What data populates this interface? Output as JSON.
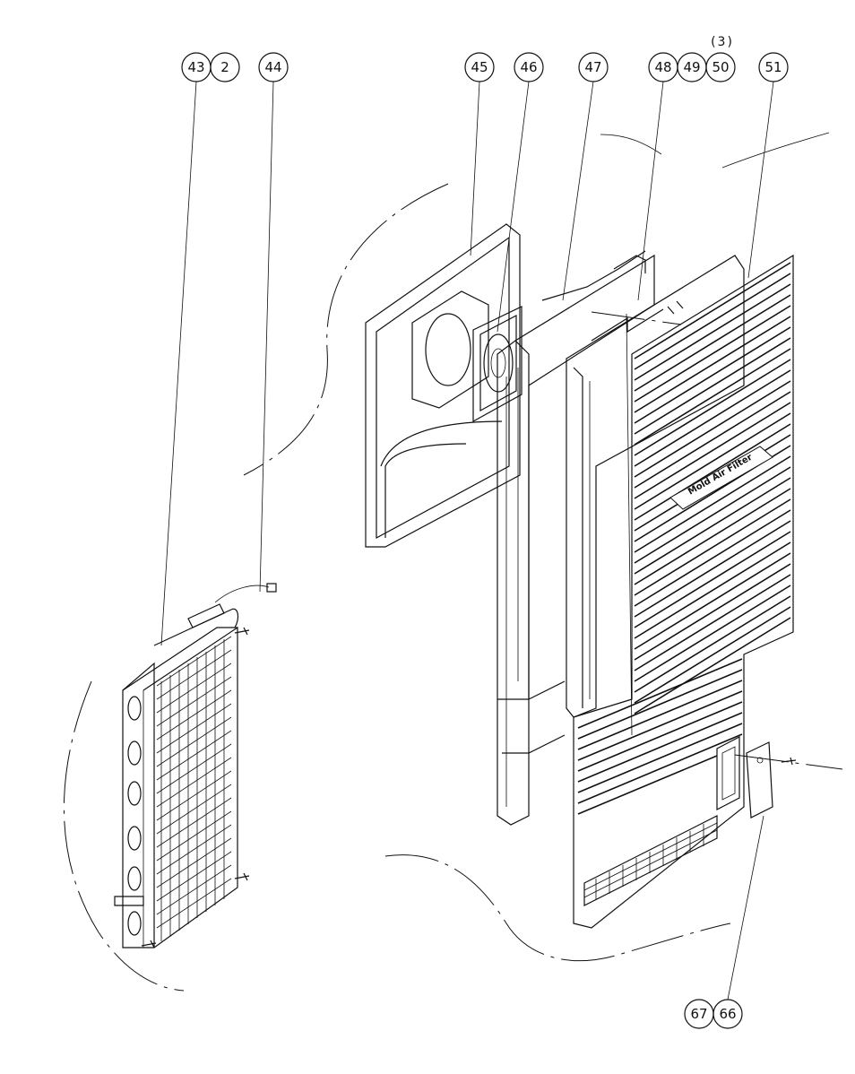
{
  "callouts": {
    "c43": "43",
    "c2": "2",
    "c44": "44",
    "c45": "45",
    "c46": "46",
    "c47": "47",
    "c48": "48",
    "c49": "49",
    "c50": "50",
    "c51": "51",
    "c67": "67",
    "c66": "66"
  },
  "quantity_note": "(3)",
  "filter_label": "Mold Air Filter"
}
